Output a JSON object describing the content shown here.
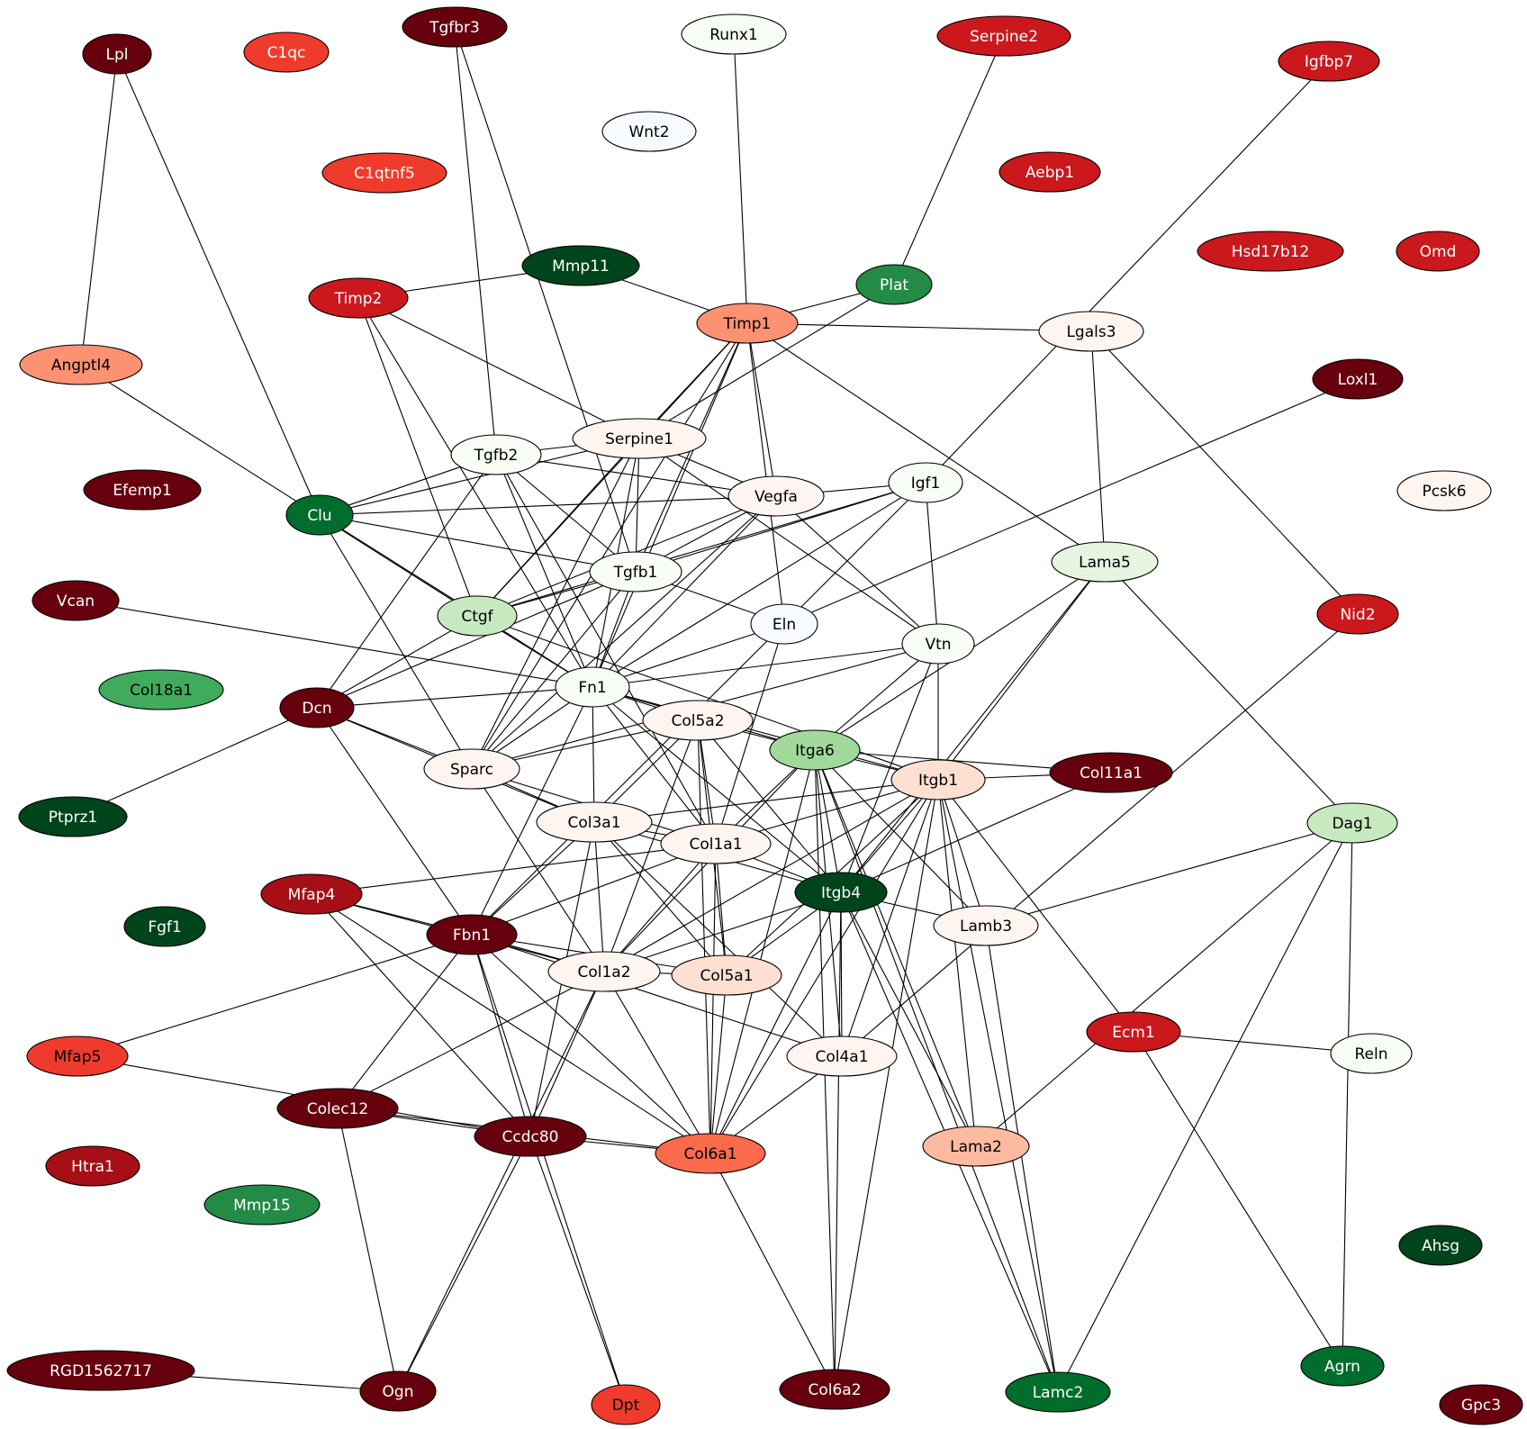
{
  "nodes": [
    {
      "id": "Lpl",
      "label": "Lpl",
      "color": "#67000d",
      "text_color": "#ffffff"
    },
    {
      "id": "C1qc",
      "label": "C1qc",
      "color": "#ef3b2c",
      "text_color": "#ffffff"
    },
    {
      "id": "Tgfbr3",
      "label": "Tgfbr3",
      "color": "#67000d",
      "text_color": "#ffffff"
    },
    {
      "id": "Runx1",
      "label": "Runx1",
      "color": "#f7fcf5",
      "text_color": "#000000"
    },
    {
      "id": "Serpine2",
      "label": "Serpine2",
      "color": "#cb181d",
      "text_color": "#ffffff"
    },
    {
      "id": "Igfbp7",
      "label": "Igfbp7",
      "color": "#cb181d",
      "text_color": "#ffffff"
    },
    {
      "id": "Wnt2",
      "label": "Wnt2",
      "color": "#f7fbff",
      "text_color": "#000000"
    },
    {
      "id": "C1qtnf5",
      "label": "C1qtnf5",
      "color": "#ef3b2c",
      "text_color": "#ffffff"
    },
    {
      "id": "Aebp1",
      "label": "Aebp1",
      "color": "#cb181d",
      "text_color": "#ffffff"
    },
    {
      "id": "Hsd17b12",
      "label": "Hsd17b12",
      "color": "#cb181d",
      "text_color": "#ffffff"
    },
    {
      "id": "Omd",
      "label": "Omd",
      "color": "#cb181d",
      "text_color": "#ffffff"
    },
    {
      "id": "Mmp11",
      "label": "Mmp11",
      "color": "#00441b",
      "text_color": "#ffffff"
    },
    {
      "id": "Plat",
      "label": "Plat",
      "color": "#238b45",
      "text_color": "#ffffff"
    },
    {
      "id": "Timp2",
      "label": "Timp2",
      "color": "#cb181d",
      "text_color": "#ffffff"
    },
    {
      "id": "Timp1",
      "label": "Timp1",
      "color": "#fc9272",
      "text_color": "#000000"
    },
    {
      "id": "Lgals3",
      "label": "Lgals3",
      "color": "#fff5f0",
      "text_color": "#000000"
    },
    {
      "id": "Angptl4",
      "label": "Angptl4",
      "color": "#fc9272",
      "text_color": "#000000"
    },
    {
      "id": "Loxl1",
      "label": "Loxl1",
      "color": "#67000d",
      "text_color": "#ffffff"
    },
    {
      "id": "Tgfb2",
      "label": "Tgfb2",
      "color": "#f7fcf5",
      "text_color": "#000000"
    },
    {
      "id": "Serpine1",
      "label": "Serpine1",
      "color": "#fff5f0",
      "text_color": "#000000"
    },
    {
      "id": "Efemp1",
      "label": "Efemp1",
      "color": "#67000d",
      "text_color": "#ffffff"
    },
    {
      "id": "Igf1",
      "label": "Igf1",
      "color": "#f7fcf5",
      "text_color": "#000000"
    },
    {
      "id": "Pcsk6",
      "label": "Pcsk6",
      "color": "#fff5f0",
      "text_color": "#000000"
    },
    {
      "id": "Vegfa",
      "label": "Vegfa",
      "color": "#fff5f0",
      "text_color": "#000000"
    },
    {
      "id": "Clu",
      "label": "Clu",
      "color": "#006d2c",
      "text_color": "#ffffff"
    },
    {
      "id": "Tgfb1",
      "label": "Tgfb1",
      "color": "#f7fcf5",
      "text_color": "#000000"
    },
    {
      "id": "Lama5",
      "label": "Lama5",
      "color": "#e5f5e0",
      "text_color": "#000000"
    },
    {
      "id": "Vcan",
      "label": "Vcan",
      "color": "#67000d",
      "text_color": "#ffffff"
    },
    {
      "id": "Ctgf",
      "label": "Ctgf",
      "color": "#c7e9c0",
      "text_color": "#000000"
    },
    {
      "id": "Eln",
      "label": "Eln",
      "color": "#f7fbff",
      "text_color": "#000000"
    },
    {
      "id": "Nid2",
      "label": "Nid2",
      "color": "#cb181d",
      "text_color": "#ffffff"
    },
    {
      "id": "Vtn",
      "label": "Vtn",
      "color": "#f7fcf5",
      "text_color": "#000000"
    },
    {
      "id": "Col18a1",
      "label": "Col18a1",
      "color": "#41ab5d",
      "text_color": "#000000"
    },
    {
      "id": "Fn1",
      "label": "Fn1",
      "color": "#f7fcf5",
      "text_color": "#000000"
    },
    {
      "id": "Dcn",
      "label": "Dcn",
      "color": "#67000d",
      "text_color": "#ffffff"
    },
    {
      "id": "Col5a2",
      "label": "Col5a2",
      "color": "#fff5f0",
      "text_color": "#000000"
    },
    {
      "id": "Itga6",
      "label": "Itga6",
      "color": "#a1d99b",
      "text_color": "#000000"
    },
    {
      "id": "Col11a1",
      "label": "Col11a1",
      "color": "#67000d",
      "text_color": "#ffffff"
    },
    {
      "id": "Sparc",
      "label": "Sparc",
      "color": "#fff5f0",
      "text_color": "#000000"
    },
    {
      "id": "Itgb1",
      "label": "Itgb1",
      "color": "#fee0d2",
      "text_color": "#000000"
    },
    {
      "id": "Ptprz1",
      "label": "Ptprz1",
      "color": "#00441b",
      "text_color": "#ffffff"
    },
    {
      "id": "Col3a1",
      "label": "Col3a1",
      "color": "#fff5f0",
      "text_color": "#000000"
    },
    {
      "id": "Dag1",
      "label": "Dag1",
      "color": "#c7e9c0",
      "text_color": "#000000"
    },
    {
      "id": "Col1a1",
      "label": "Col1a1",
      "color": "#fff5f0",
      "text_color": "#000000"
    },
    {
      "id": "Mfap4",
      "label": "Mfap4",
      "color": "#a50f15",
      "text_color": "#ffffff"
    },
    {
      "id": "Itgb4",
      "label": "Itgb4",
      "color": "#00441b",
      "text_color": "#ffffff"
    },
    {
      "id": "Fgf1",
      "label": "Fgf1",
      "color": "#00441b",
      "text_color": "#ffffff"
    },
    {
      "id": "Fbn1",
      "label": "Fbn1",
      "color": "#67000d",
      "text_color": "#ffffff"
    },
    {
      "id": "Lamb3",
      "label": "Lamb3",
      "color": "#fff5f0",
      "text_color": "#000000"
    },
    {
      "id": "Col1a2",
      "label": "Col1a2",
      "color": "#fff5f0",
      "text_color": "#000000"
    },
    {
      "id": "Col5a1",
      "label": "Col5a1",
      "color": "#fee0d2",
      "text_color": "#000000"
    },
    {
      "id": "Ecm1",
      "label": "Ecm1",
      "color": "#cb181d",
      "text_color": "#ffffff"
    },
    {
      "id": "Mfap5",
      "label": "Mfap5",
      "color": "#ef3b2c",
      "text_color": "#000000"
    },
    {
      "id": "Reln",
      "label": "Reln",
      "color": "#f7fcf5",
      "text_color": "#000000"
    },
    {
      "id": "Col4a1",
      "label": "Col4a1",
      "color": "#fff5f0",
      "text_color": "#000000"
    },
    {
      "id": "Colec12",
      "label": "Colec12",
      "color": "#67000d",
      "text_color": "#ffffff"
    },
    {
      "id": "Ccdc80",
      "label": "Ccdc80",
      "color": "#67000d",
      "text_color": "#ffffff"
    },
    {
      "id": "Col6a1",
      "label": "Col6a1",
      "color": "#fb6a4a",
      "text_color": "#000000"
    },
    {
      "id": "Lama2",
      "label": "Lama2",
      "color": "#fcbba1",
      "text_color": "#000000"
    },
    {
      "id": "Htra1",
      "label": "Htra1",
      "color": "#a50f15",
      "text_color": "#ffffff"
    },
    {
      "id": "Mmp15",
      "label": "Mmp15",
      "color": "#238b45",
      "text_color": "#ffffff"
    },
    {
      "id": "Ahsg",
      "label": "Ahsg",
      "color": "#00441b",
      "text_color": "#ffffff"
    },
    {
      "id": "RGD1562717",
      "label": "RGD1562717",
      "color": "#67000d",
      "text_color": "#ffffff"
    },
    {
      "id": "Ogn",
      "label": "Ogn",
      "color": "#67000d",
      "text_color": "#ffffff"
    },
    {
      "id": "Dpt",
      "label": "Dpt",
      "color": "#ef3b2c",
      "text_color": "#000000"
    },
    {
      "id": "Col6a2",
      "label": "Col6a2",
      "color": "#67000d",
      "text_color": "#ffffff"
    },
    {
      "id": "Lamc2",
      "label": "Lamc2",
      "color": "#006d2c",
      "text_color": "#ffffff"
    },
    {
      "id": "Agrn",
      "label": "Agrn",
      "color": "#006d2c",
      "text_color": "#ffffff"
    },
    {
      "id": "Gpc3",
      "label": "Gpc3",
      "color": "#67000d",
      "text_color": "#ffffff"
    }
  ],
  "edges": [
    [
      "Lpl",
      "Angptl4"
    ],
    [
      "Lpl",
      "Clu"
    ],
    [
      "Tgfbr3",
      "Tgfb2"
    ],
    [
      "Tgfbr3",
      "Tgfb1"
    ],
    [
      "Runx1",
      "Timp1"
    ],
    [
      "Serpine2",
      "Plat"
    ],
    [
      "Igfbp7",
      "Igf1"
    ],
    [
      "Mmp11",
      "Timp2"
    ],
    [
      "Mmp11",
      "Timp1"
    ],
    [
      "Plat",
      "Timp1"
    ],
    [
      "Plat",
      "Serpine1"
    ],
    [
      "Timp2",
      "Serpine1"
    ],
    [
      "Timp2",
      "Ctgf"
    ],
    [
      "Timp2",
      "Fn1"
    ],
    [
      "Timp1",
      "Lgals3"
    ],
    [
      "Timp1",
      "Serpine1"
    ],
    [
      "Timp1",
      "Vegfa"
    ],
    [
      "Timp1",
      "Tgfb1"
    ],
    [
      "Timp1",
      "Fn1"
    ],
    [
      "Timp1",
      "Ctgf"
    ],
    [
      "Timp1",
      "Eln"
    ],
    [
      "Timp1",
      "Lama5"
    ],
    [
      "Timp1",
      "Sparc"
    ],
    [
      "Lgals3",
      "Lama5"
    ],
    [
      "Lgals3",
      "Nid2"
    ],
    [
      "Angptl4",
      "Ctgf"
    ],
    [
      "Loxl1",
      "Eln"
    ],
    [
      "Tgfb2",
      "Serpine1"
    ],
    [
      "Tgfb2",
      "Clu"
    ],
    [
      "Tgfb2",
      "Vegfa"
    ],
    [
      "Tgfb2",
      "Tgfb1"
    ],
    [
      "Tgfb2",
      "Fn1"
    ],
    [
      "Tgfb2",
      "Dcn"
    ],
    [
      "Tgfb2",
      "Col1a1"
    ],
    [
      "Serpine1",
      "Clu"
    ],
    [
      "Serpine1",
      "Tgfb1"
    ],
    [
      "Serpine1",
      "Vtn"
    ],
    [
      "Serpine1",
      "Fn1"
    ],
    [
      "Serpine1",
      "Ctgf"
    ],
    [
      "Serpine1",
      "Sparc"
    ],
    [
      "Serpine1",
      "Vegfa"
    ],
    [
      "Igf1",
      "Vegfa"
    ],
    [
      "Igf1",
      "Tgfb1"
    ],
    [
      "Igf1",
      "Vtn"
    ],
    [
      "Igf1",
      "Eln"
    ],
    [
      "Igf1",
      "Ctgf"
    ],
    [
      "Igf1",
      "Fn1"
    ],
    [
      "Vegfa",
      "Clu"
    ],
    [
      "Vegfa",
      "Vtn"
    ],
    [
      "Vegfa",
      "Tgfb1"
    ],
    [
      "Vegfa",
      "Fn1"
    ],
    [
      "Vegfa",
      "Ctgf"
    ],
    [
      "Vegfa",
      "Sparc"
    ],
    [
      "Clu",
      "Tgfb1"
    ],
    [
      "Clu",
      "Fn1"
    ],
    [
      "Clu",
      "Sparc"
    ],
    [
      "Tgfb1",
      "Eln"
    ],
    [
      "Tgfb1",
      "Ctgf"
    ],
    [
      "Tgfb1",
      "Fn1"
    ],
    [
      "Tgfb1",
      "Dcn"
    ],
    [
      "Tgfb1",
      "Sparc"
    ],
    [
      "Lama5",
      "Itga6"
    ],
    [
      "Lama5",
      "Itgb1"
    ],
    [
      "Lama5",
      "Dag1"
    ],
    [
      "Lama5",
      "Itgb4"
    ],
    [
      "Vcan",
      "Fn1"
    ],
    [
      "Ctgf",
      "Dcn"
    ],
    [
      "Ctgf",
      "Fn1"
    ],
    [
      "Ctgf",
      "Itgb1"
    ],
    [
      "Eln",
      "Fn1"
    ],
    [
      "Eln",
      "Fbn1"
    ],
    [
      "Eln",
      "Col1a1"
    ],
    [
      "Nid2",
      "Col4a1"
    ],
    [
      "Vtn",
      "Fn1"
    ],
    [
      "Vtn",
      "Itga6"
    ],
    [
      "Vtn",
      "Itgb1"
    ],
    [
      "Vtn",
      "Sparc"
    ],
    [
      "Vtn",
      "Itgb4"
    ],
    [
      "Fn1",
      "Dcn"
    ],
    [
      "Fn1",
      "Itga6"
    ],
    [
      "Fn1",
      "Itgb1"
    ],
    [
      "Fn1",
      "Sparc"
    ],
    [
      "Fn1",
      "Col3a1"
    ],
    [
      "Fn1",
      "Col1a1"
    ],
    [
      "Fn1",
      "Fbn1"
    ],
    [
      "Fn1",
      "Itgb4"
    ],
    [
      "Fn1",
      "Col5a2"
    ],
    [
      "Dcn",
      "Sparc"
    ],
    [
      "Dcn",
      "Ptprz1"
    ],
    [
      "Dcn",
      "Fbn1"
    ],
    [
      "Dcn",
      "Col3a1"
    ],
    [
      "Col5a2",
      "Sparc"
    ],
    [
      "Col5a2",
      "Col3a1"
    ],
    [
      "Col5a2",
      "Col1a1"
    ],
    [
      "Col5a2",
      "Col1a2"
    ],
    [
      "Col5a2",
      "Col5a1"
    ],
    [
      "Col5a2",
      "Itga6"
    ],
    [
      "Col5a2",
      "Col6a1"
    ],
    [
      "Col5a2",
      "Itgb4"
    ],
    [
      "Itga6",
      "Itgb1"
    ],
    [
      "Itga6",
      "Itgb4"
    ],
    [
      "Itga6",
      "Lamb3"
    ],
    [
      "Itga6",
      "Lama2"
    ],
    [
      "Itga6",
      "Col4a1"
    ],
    [
      "Itga6",
      "Col6a1"
    ],
    [
      "Itga6",
      "Lamc2"
    ],
    [
      "Itga6",
      "Col6a2"
    ],
    [
      "Itga6",
      "Col1a1"
    ],
    [
      "Itga6",
      "Col1a2"
    ],
    [
      "Itgb1",
      "Col11a1"
    ],
    [
      "Itgb1",
      "Col3a1"
    ],
    [
      "Itgb1",
      "Col1a1"
    ],
    [
      "Itgb1",
      "Itgb4"
    ],
    [
      "Itgb1",
      "Lamb3"
    ],
    [
      "Itgb1",
      "Col1a2"
    ],
    [
      "Itgb1",
      "Col5a1"
    ],
    [
      "Itgb1",
      "Ecm1"
    ],
    [
      "Itgb1",
      "Col4a1"
    ],
    [
      "Itgb1",
      "Col6a1"
    ],
    [
      "Itgb1",
      "Lama2"
    ],
    [
      "Itgb1",
      "Col6a2"
    ],
    [
      "Itgb1",
      "Lamc2"
    ],
    [
      "Col11a1",
      "Itga6"
    ],
    [
      "Col11a1",
      "Itgb4"
    ],
    [
      "Sparc",
      "Col3a1"
    ],
    [
      "Sparc",
      "Col1a1"
    ],
    [
      "Sparc",
      "Col1a2"
    ],
    [
      "Col3a1",
      "Col1a1"
    ],
    [
      "Col3a1",
      "Fbn1"
    ],
    [
      "Col3a1",
      "Col1a2"
    ],
    [
      "Col3a1",
      "Col5a1"
    ],
    [
      "Col3a1",
      "Ccdc80"
    ],
    [
      "Col3a1",
      "Itgb4"
    ],
    [
      "Col3a1",
      "Col4a1"
    ],
    [
      "Dag1",
      "Lamb3"
    ],
    [
      "Dag1",
      "Lama2"
    ],
    [
      "Dag1",
      "Lamc2"
    ],
    [
      "Dag1",
      "Agrn"
    ],
    [
      "Col1a1",
      "Col1a2"
    ],
    [
      "Col1a1",
      "Col5a1"
    ],
    [
      "Col1a1",
      "Fbn1"
    ],
    [
      "Col1a1",
      "Itgb4"
    ],
    [
      "Col1a1",
      "Col6a1"
    ],
    [
      "Mfap4",
      "Fbn1"
    ],
    [
      "Mfap4",
      "Col1a1"
    ],
    [
      "Mfap4",
      "Col1a2"
    ],
    [
      "Mfap4",
      "Ccdc80"
    ],
    [
      "Mfap4",
      "Col6a1"
    ],
    [
      "Itgb4",
      "Lamb3"
    ],
    [
      "Itgb4",
      "Col1a2"
    ],
    [
      "Itgb4",
      "Col5a1"
    ],
    [
      "Itgb4",
      "Col4a1"
    ],
    [
      "Itgb4",
      "Col6a1"
    ],
    [
      "Itgb4",
      "Lama2"
    ],
    [
      "Itgb4",
      "Lamc2"
    ],
    [
      "Itgb4",
      "Col6a2"
    ],
    [
      "Fbn1",
      "Col1a2"
    ],
    [
      "Fbn1",
      "Col5a1"
    ],
    [
      "Fbn1",
      "Mfap5"
    ],
    [
      "Fbn1",
      "Colec12"
    ],
    [
      "Fbn1",
      "Ccdc80"
    ],
    [
      "Fbn1",
      "Col6a1"
    ],
    [
      "Fbn1",
      "Dpt"
    ],
    [
      "Fbn1",
      "Col4a1"
    ],
    [
      "Lamb3",
      "Lamc2"
    ],
    [
      "Col1a2",
      "Col5a1"
    ],
    [
      "Col1a2",
      "Colec12"
    ],
    [
      "Col1a2",
      "Ccdc80"
    ],
    [
      "Col1a2",
      "Col6a1"
    ],
    [
      "Col1a2",
      "Ogn"
    ],
    [
      "Col5a1",
      "Col6a1"
    ],
    [
      "Ecm1",
      "Reln"
    ],
    [
      "Ecm1",
      "Agrn"
    ],
    [
      "Mfap5",
      "Ccdc80"
    ],
    [
      "Col4a1",
      "Col6a1"
    ],
    [
      "Colec12",
      "Ccdc80"
    ],
    [
      "Colec12",
      "Col6a1"
    ],
    [
      "Colec12",
      "Ogn"
    ],
    [
      "Ccdc80",
      "Col6a1"
    ],
    [
      "Ccdc80",
      "Ogn"
    ],
    [
      "Ccdc80",
      "Dpt"
    ],
    [
      "Col6a1",
      "Col6a2"
    ],
    [
      "RGD1562717",
      "Ogn"
    ]
  ]
}
